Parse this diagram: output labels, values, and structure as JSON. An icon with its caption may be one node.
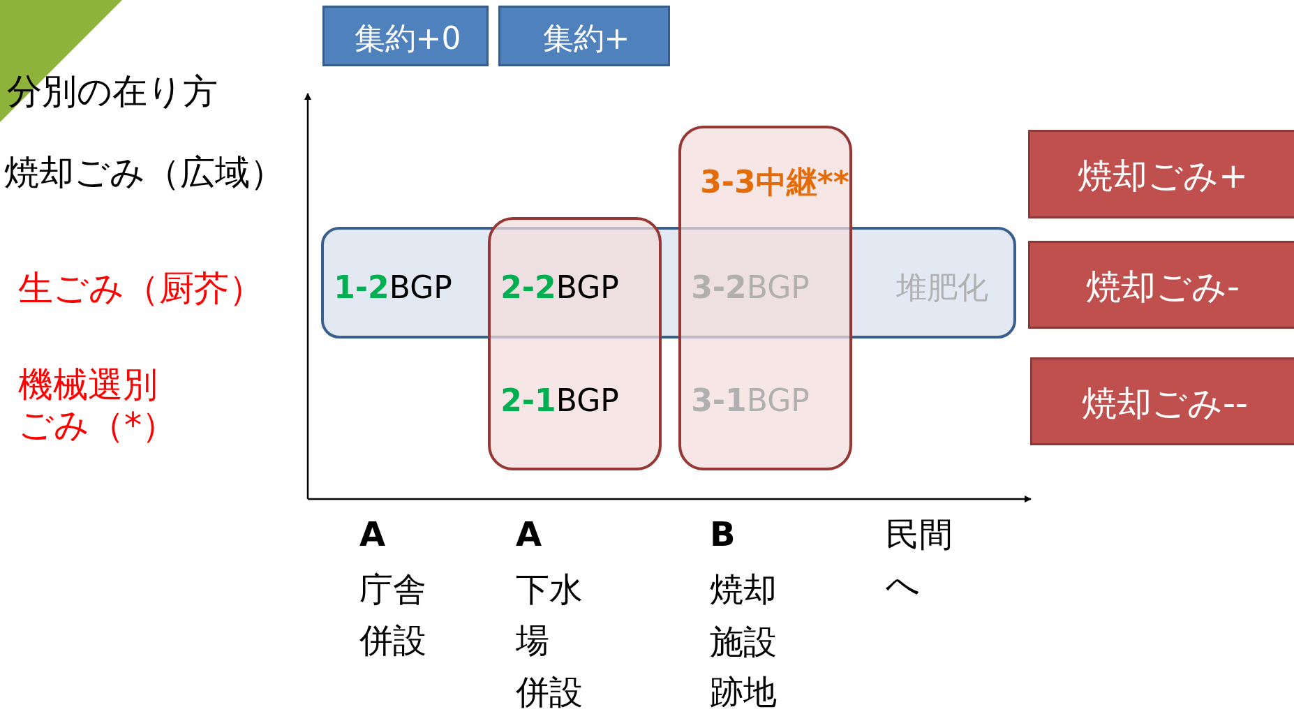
{
  "diagram": {
    "nodes": [
      {
        "text": [
          "集約+0"
        ]
      },
      {
        "text": [
          "集約+"
        ]
      },
      {
        "text": [
          "**1-2**BGP",
          "堆肥化"
        ]
      },
      {
        "text": [
          "**2-2**BGP",
          "**2-1**BGP"
        ]
      },
      {
        "text": [
          "3-3中継**",
          "**3-2**BGP",
          "**3-1**BGP"
        ]
      },
      {
        "text": [
          "焼却ごみ+"
        ]
      },
      {
        "text": [
          "焼却ごみ-"
        ]
      },
      {
        "text": [
          "焼却ごみ--"
        ]
      }
    ],
    "edges": [],
    "labels": [
      "分別の在り方",
      "焼却ごみ（広域）",
      "生ごみ（厨芥）",
      "機械選別ごみ（*）",
      "A",
      "A",
      "B",
      "民間",
      "庁舎",
      "下水",
      "焼却",
      "へ",
      "併設",
      "場",
      "施設",
      "併設",
      "跡地"
    ]
  }
}
